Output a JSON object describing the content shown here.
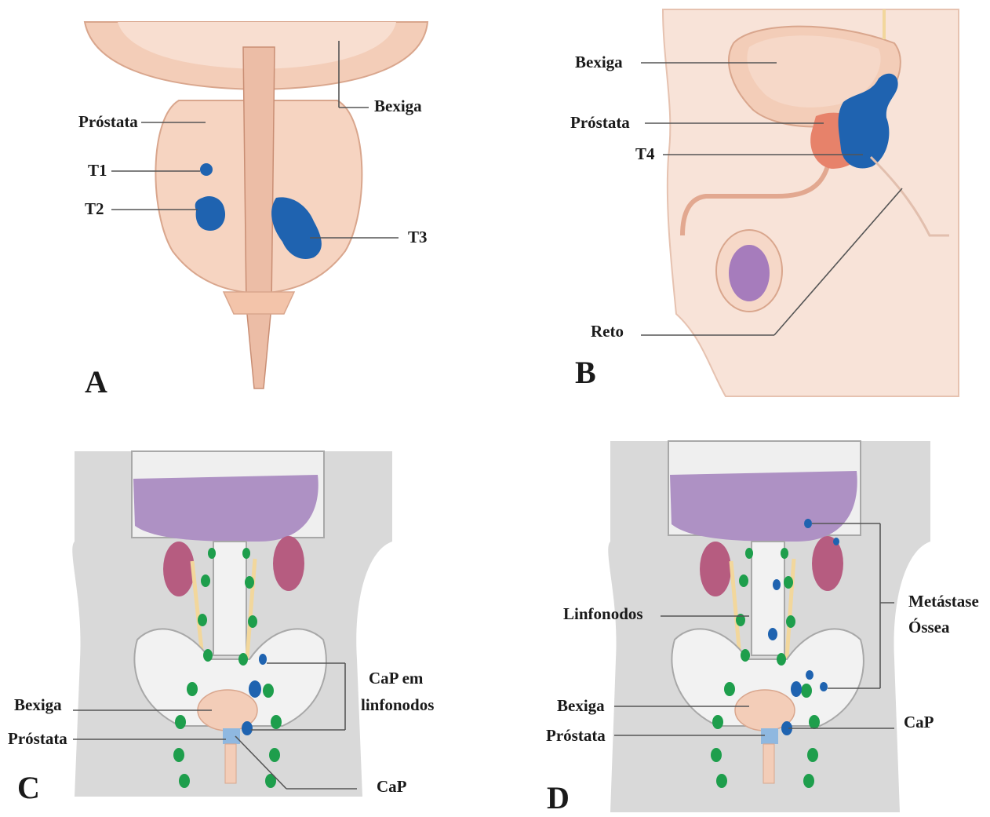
{
  "colors": {
    "tumor": "#1f63b0",
    "lymph_node": "#1e9e4c",
    "liver": "#ae91c4",
    "kidney": "#b65c80",
    "prostate_tumor_region": "#e7826a",
    "testis": "#a67cbc",
    "tissue": "#f3cdb8",
    "skin": "#f8e3d8",
    "silhouette": "#d9d9d9",
    "bone": "#f2f2f2",
    "ureter": "#f2d79c",
    "leader_line": "#555555"
  },
  "panels": {
    "A": {
      "letter": "A",
      "labels": {
        "bladder": "Bexiga",
        "prostate": "Próstata",
        "t1": "T1",
        "t2": "T2",
        "t3": "T3"
      }
    },
    "B": {
      "letter": "B",
      "labels": {
        "bladder": "Bexiga",
        "prostate": "Próstata",
        "t4": "T4",
        "rectum": "Reto"
      }
    },
    "C": {
      "letter": "C",
      "labels": {
        "cap_nodes_line1": "CaP em",
        "cap_nodes_line2": "linfonodos",
        "bladder": "Bexiga",
        "prostate": "Próstata",
        "cap": "CaP"
      }
    },
    "D": {
      "letter": "D",
      "labels": {
        "lymph_nodes": "Linfonodos",
        "bone_met_line1": "Metástase",
        "bone_met_line2": "Óssea",
        "bladder": "Bexiga",
        "prostate": "Próstata",
        "cap": "CaP"
      }
    }
  }
}
